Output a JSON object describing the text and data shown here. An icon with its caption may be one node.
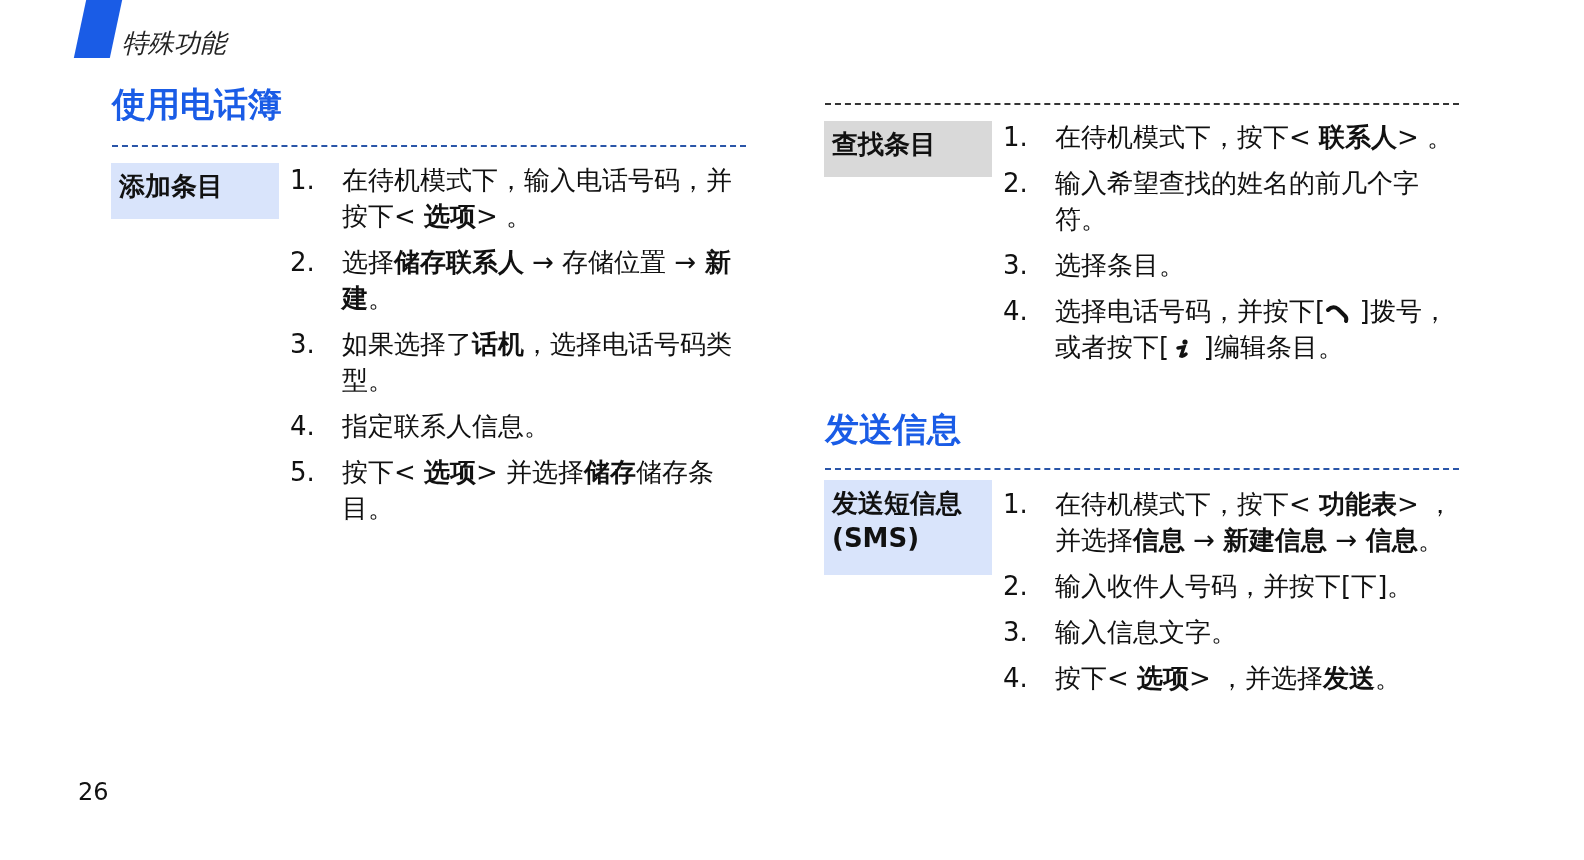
{
  "diagram": {
    "nodes": [
      {
        "text": [
          "添加条目"
        ]
      },
      {
        "text": [
          "查找条目"
        ]
      },
      {
        "text": [
          "发送短信息 (SMS)"
        ]
      }
    ],
    "labels": [
      "特殊功能",
      "使用电话簿",
      "1.",
      "在待机模式下，输入电话号码，并按下< **选项**> 。",
      "2.",
      "选择**储存联系人** → 存储位置 → **新建**。",
      "3.",
      "如果选择了**话机**，选择电话号码类型。",
      "4.",
      "指定联系人信息。",
      "5.",
      "按下< **选项**> 并选择**储存**储存条目。",
      "1.",
      "在待机模式下，按下< **联系人**> 。",
      "2.",
      "输入希望查找的姓名的前几个字符。",
      "3.",
      "选择条目。",
      "4.",
      "选择电话号码，并按下[ ]拨号，或者按下[ ]编辑条目。",
      "发送信息",
      "1.",
      "在待机模式下，按下< **功能表**> ，并选择**信息** → **新建信息** → **信息**。",
      "2.",
      "输入收件人号码，并按下[下]。",
      "3.",
      "输入信息文字。",
      "4.",
      "按下< **选项**> ，并选择**发送**。",
      "26"
    ]
  }
}
